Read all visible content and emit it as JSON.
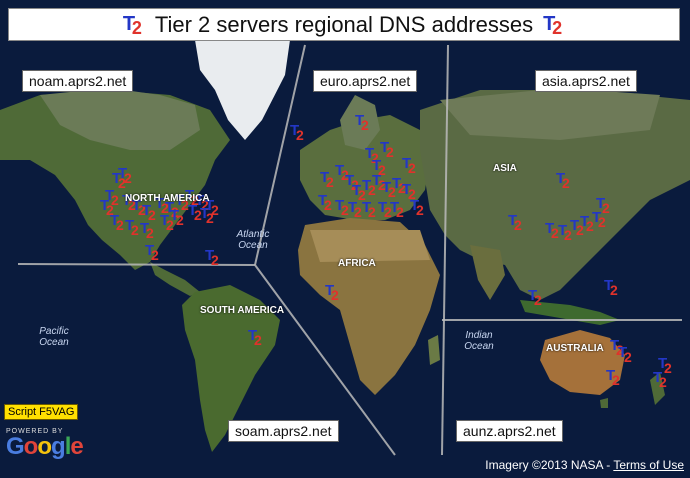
{
  "title": "Tier 2 servers regional DNS addresses",
  "logo_t": "T",
  "logo_2": "2",
  "regions": {
    "noam": "noam.aprs2.net",
    "euro": "euro.aprs2.net",
    "asia": "asia.aprs2.net",
    "soam": "soam.aprs2.net",
    "aunz": "aunz.aprs2.net"
  },
  "map_labels": {
    "north_america": "NORTH AMERICA",
    "south_america": "SOUTH AMERICA",
    "africa": "AFRICA",
    "asia": "ASIA",
    "australia": "AUSTRALIA",
    "atlantic": "Atlantic Ocean",
    "pacific": "Pacific Ocean",
    "indian": "Indian Ocean"
  },
  "script_credit": "Script F5VAG",
  "powered_by": "POWERED BY",
  "google": "Google",
  "imagery": "Imagery ©2013 NASA - ",
  "terms": "Terms of Use",
  "colors": {
    "t_blue": "#2337c6",
    "two_red": "#e0322b",
    "land": "#4f6a37",
    "ocean": "#0a1b3d"
  }
}
